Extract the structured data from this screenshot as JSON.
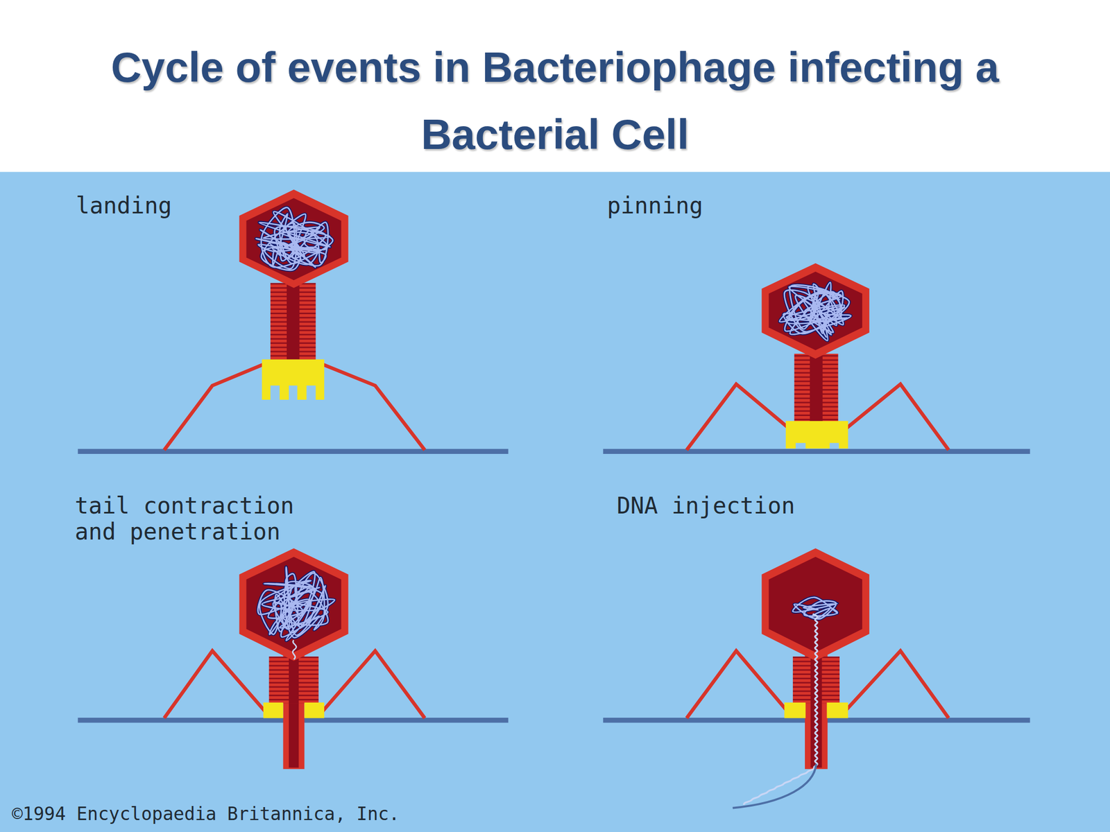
{
  "diagram": {
    "title": "Cycle of events in Bacteriophage infecting a Bacterial Cell",
    "labels": [
      "landing",
      "pinning",
      "tail contraction and penetration",
      "DNA injection",
      "©1994 Encyclopaedia Britannica, Inc."
    ]
  }
}
